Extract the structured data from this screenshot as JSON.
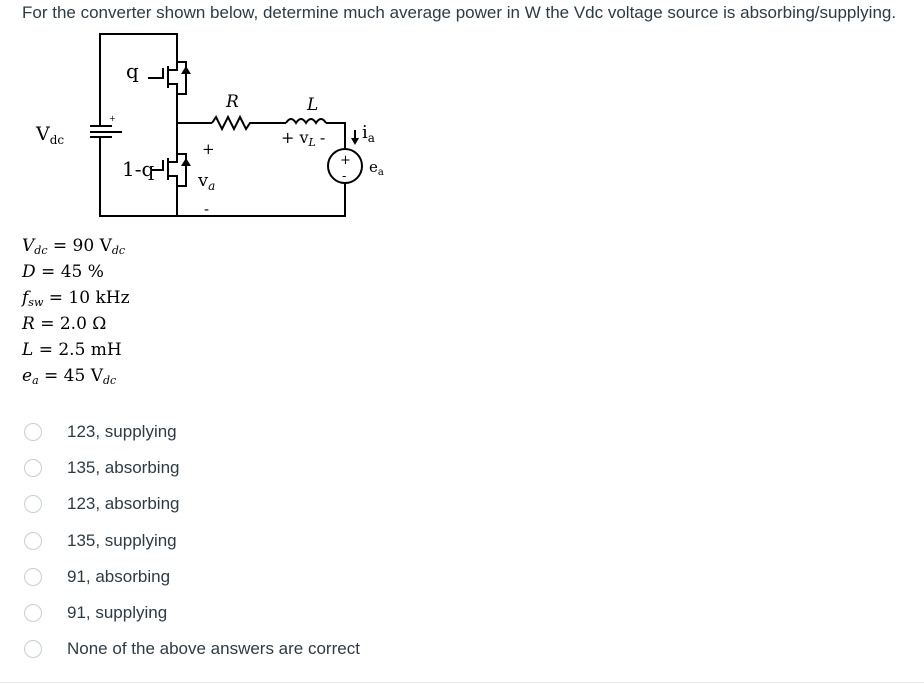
{
  "question": {
    "text": "For the converter shown below, determine much average power in W the Vdc voltage source is absorbing/supplying."
  },
  "circuit": {
    "source_label": "V",
    "source_sub": "dc",
    "top_switch_label": "q",
    "bottom_switch_label": "1-q",
    "resistor_label": "R",
    "inductor_label": "L",
    "vl_label": "+ v",
    "vl_sub": "L",
    "vl_minus": "-",
    "current_label": "i",
    "current_sub": "a",
    "va_plus": "+",
    "va_label": "v",
    "va_sub": "a",
    "va_minus": "-",
    "ea_label": "e",
    "ea_sub": "a",
    "source_plus": "+",
    "ea_plus": "+",
    "ea_minus": "-"
  },
  "params": {
    "vdc": {
      "sym": "V",
      "sub": "dc",
      "value": " = 90 V",
      "unit_sub": "dc"
    },
    "d": {
      "sym": "D",
      "value": " = 45 %"
    },
    "fsw": {
      "sym": "f",
      "sub": "sw",
      "value": " = 10 kHz"
    },
    "r": {
      "sym": "R",
      "value": " = 2.0 Ω"
    },
    "l": {
      "sym": "L",
      "value": " = 2.5 mH"
    },
    "ea": {
      "sym": "e",
      "sub": "a",
      "value": " = 45 V",
      "unit_sub": "dc"
    }
  },
  "options": [
    "123, supplying",
    "135, absorbing",
    "123, absorbing",
    "135, supplying",
    "91, absorbing",
    "91, supplying",
    "None of the above answers are correct"
  ],
  "colors": {
    "text": "#2d3b45",
    "radio_border": "#c7cdd1"
  }
}
